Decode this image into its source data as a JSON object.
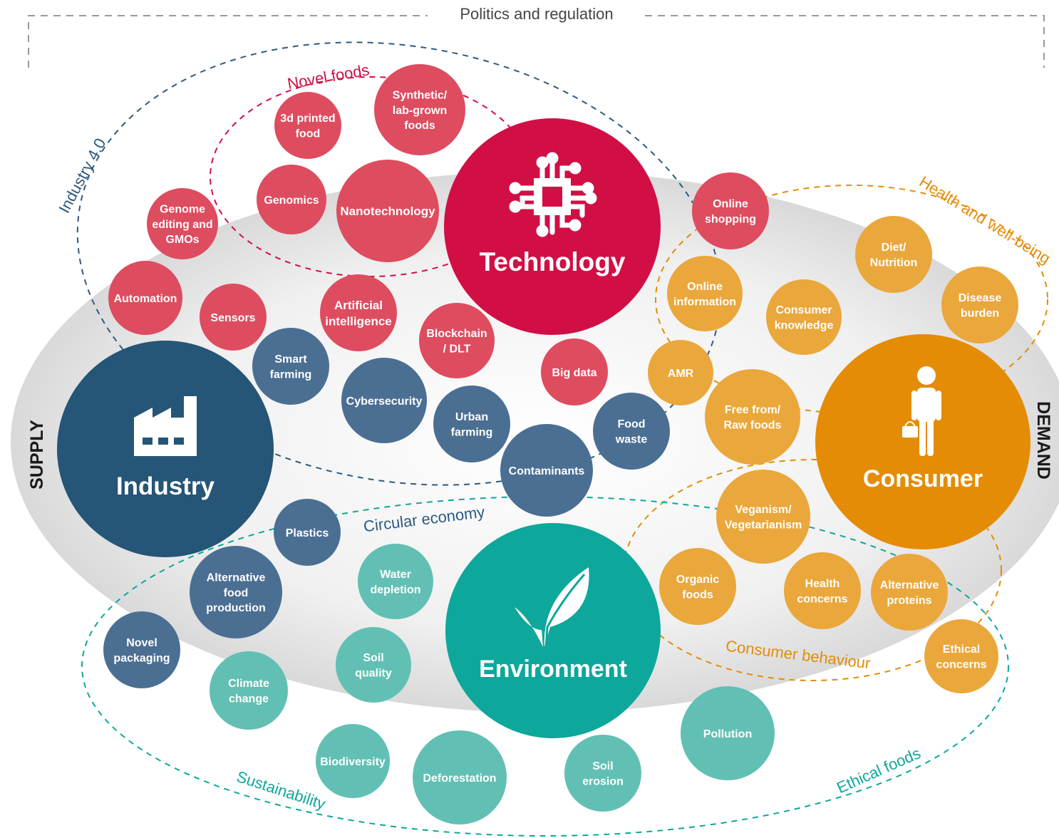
{
  "title": "Politics and regulation",
  "axes": {
    "left": "SUPPLY",
    "right": "DEMAND"
  },
  "colors": {
    "technology": "#d10f45",
    "technology_light": "#de4c5f",
    "industry": "#255577",
    "industry_light": "#4b6f93",
    "consumer": "#e48c06",
    "consumer_light": "#eaa73b",
    "environment": "#0ea79b",
    "environment_light": "#61c0b3"
  },
  "hubs": [
    {
      "id": "technology",
      "label": "Technology",
      "icon": "circuit-chip-icon"
    },
    {
      "id": "industry",
      "label": "Industry",
      "icon": "factory-icon"
    },
    {
      "id": "consumer",
      "label": "Consumer",
      "icon": "shopper-icon"
    },
    {
      "id": "environment",
      "label": "Environment",
      "icon": "leaf-icon"
    }
  ],
  "clusters": [
    {
      "id": "novel-foods",
      "label": "Novel foods"
    },
    {
      "id": "industry-4",
      "label": "Industry 4.0"
    },
    {
      "id": "health",
      "label": "Health and well-being"
    },
    {
      "id": "circular",
      "label": "Circular economy"
    },
    {
      "id": "consumer-behaviour",
      "label": "Consumer behaviour"
    },
    {
      "id": "sustainability",
      "label": "Sustainability"
    },
    {
      "id": "ethical",
      "label": "Ethical foods"
    }
  ],
  "topics": [
    {
      "id": "synthetic",
      "lines": [
        "Synthetic/",
        "lab-grown",
        "foods"
      ],
      "color": "technology_light"
    },
    {
      "id": "3d-printed",
      "lines": [
        "3d printed",
        "food"
      ],
      "color": "technology_light"
    },
    {
      "id": "genomics",
      "lines": [
        "Genomics"
      ],
      "color": "technology_light"
    },
    {
      "id": "nanotechnology",
      "lines": [
        "Nanotechnology"
      ],
      "color": "technology_light"
    },
    {
      "id": "genome-editing",
      "lines": [
        "Genome",
        "editing and",
        "GMOs"
      ],
      "color": "technology_light"
    },
    {
      "id": "automation",
      "lines": [
        "Automation"
      ],
      "color": "technology_light"
    },
    {
      "id": "sensors",
      "lines": [
        "Sensors"
      ],
      "color": "technology_light"
    },
    {
      "id": "ai",
      "lines": [
        "Artificial",
        "intelligence"
      ],
      "color": "technology_light"
    },
    {
      "id": "blockchain",
      "lines": [
        "Blockchain",
        "/ DLT"
      ],
      "color": "technology_light"
    },
    {
      "id": "big-data",
      "lines": [
        "Big data"
      ],
      "color": "technology_light"
    },
    {
      "id": "online-shopping",
      "lines": [
        "Online",
        "shopping"
      ],
      "color": "technology_light"
    },
    {
      "id": "smart-farming",
      "lines": [
        "Smart",
        "farming"
      ],
      "color": "industry_light"
    },
    {
      "id": "cybersecurity",
      "lines": [
        "Cybersecurity"
      ],
      "color": "industry_light"
    },
    {
      "id": "urban-farming",
      "lines": [
        "Urban",
        "farming"
      ],
      "color": "industry_light"
    },
    {
      "id": "food-waste",
      "lines": [
        "Food",
        "waste"
      ],
      "color": "industry_light"
    },
    {
      "id": "contaminants",
      "lines": [
        "Contaminants"
      ],
      "color": "industry_light"
    },
    {
      "id": "plastics",
      "lines": [
        "Plastics"
      ],
      "color": "industry_light"
    },
    {
      "id": "alt-food-production",
      "lines": [
        "Alternative",
        "food",
        "production"
      ],
      "color": "industry_light"
    },
    {
      "id": "novel-packaging",
      "lines": [
        "Novel",
        "packaging"
      ],
      "color": "industry_light"
    },
    {
      "id": "online-information",
      "lines": [
        "Online",
        "information"
      ],
      "color": "consumer_light"
    },
    {
      "id": "consumer-knowledge",
      "lines": [
        "Consumer",
        "knowledge"
      ],
      "color": "consumer_light"
    },
    {
      "id": "diet",
      "lines": [
        "Diet/",
        "Nutrition"
      ],
      "color": "consumer_light"
    },
    {
      "id": "disease-burden",
      "lines": [
        "Disease",
        "burden"
      ],
      "color": "consumer_light"
    },
    {
      "id": "amr",
      "lines": [
        "AMR"
      ],
      "color": "consumer_light"
    },
    {
      "id": "free-from",
      "lines": [
        "Free from/",
        "Raw foods"
      ],
      "color": "consumer_light"
    },
    {
      "id": "veganism",
      "lines": [
        "Veganism/",
        "Vegetarianism"
      ],
      "color": "consumer_light"
    },
    {
      "id": "organic",
      "lines": [
        "Organic",
        "foods"
      ],
      "color": "consumer_light"
    },
    {
      "id": "health-concerns",
      "lines": [
        "Health",
        "concerns"
      ],
      "color": "consumer_light"
    },
    {
      "id": "alt-proteins",
      "lines": [
        "Alternative",
        "proteins"
      ],
      "color": "consumer_light"
    },
    {
      "id": "ethical-concerns",
      "lines": [
        "Ethical",
        "concerns"
      ],
      "color": "consumer_light"
    },
    {
      "id": "water-depletion",
      "lines": [
        "Water",
        "depletion"
      ],
      "color": "environment_light"
    },
    {
      "id": "soil-quality",
      "lines": [
        "Soil",
        "quality"
      ],
      "color": "environment_light"
    },
    {
      "id": "climate-change",
      "lines": [
        "Climate",
        "change"
      ],
      "color": "environment_light"
    },
    {
      "id": "biodiversity",
      "lines": [
        "Biodiversity"
      ],
      "color": "environment_light"
    },
    {
      "id": "deforestation",
      "lines": [
        "Deforestation"
      ],
      "color": "environment_light"
    },
    {
      "id": "soil-erosion",
      "lines": [
        "Soil",
        "erosion"
      ],
      "color": "environment_light"
    },
    {
      "id": "pollution",
      "lines": [
        "Pollution"
      ],
      "color": "environment_light"
    }
  ]
}
